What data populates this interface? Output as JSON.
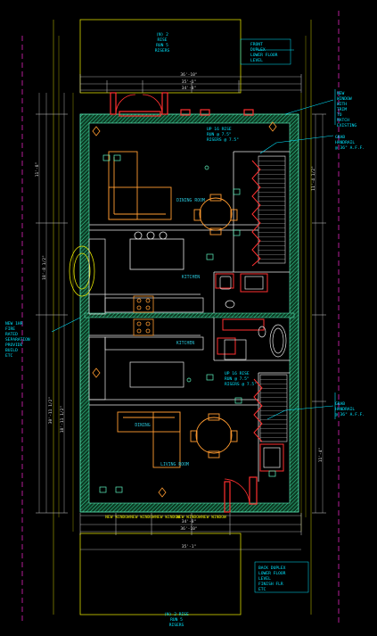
{
  "notes": {
    "top_rise": [
      "(N) 2",
      "RISE",
      "RUN 5",
      "RISERS"
    ],
    "front_duplex": [
      "FRONT",
      "DUPLEX",
      "LOWER FLOOR",
      "LEVEL"
    ],
    "new_window": [
      "NEW",
      "WINDOW",
      "WITH",
      "TRIM",
      "TO",
      "MATCH",
      "EXISTING"
    ],
    "handrail_top": [
      "GRAB",
      "HANDRAIL",
      "@ 36\" A.F.F."
    ],
    "up_rise_top": [
      "UP 16 RISE",
      "RUN @ 7.5\"",
      "RISERS @ 7.5\""
    ],
    "sep_wall": [
      "NEW 1HR",
      "FIRE",
      "RATED",
      "SEPARATION",
      "PROVIDE",
      "BUILD",
      "ETC"
    ],
    "up_rise_bottom": [
      "UP 16 RISE",
      "RUN @ 7.5\"",
      "RISERS @ 7.5\""
    ],
    "handrail_bottom": [
      "GRAB",
      "HANDRAIL",
      "@ 36\" A.F.F."
    ],
    "back_duplex": [
      "BACK DUPLEX",
      "LOWER FLOOR",
      "LEVEL",
      "FINISH FLR",
      "ETC"
    ],
    "bottom_rise": [
      "(N) 2 RISE",
      "RUN 5",
      "RISERS"
    ]
  },
  "rooms": {
    "front_dining": "DINING ROOM",
    "front_kitchen": "KITCHEN",
    "rear_kitchen": "KITCHEN",
    "rear_living": "LIVING ROOM",
    "rear_dining": "DINING"
  },
  "dimensions": {
    "top_row1": "36'-10\"",
    "top_row2": "35'-1\"",
    "top_row3": "34'-8\"",
    "left_top": "11'-8\"",
    "left_mid": "18'-8 1/2\"",
    "left_total": "30'-11 1/2\"",
    "left_lower": "18'-11 1/2\"",
    "right_upper": "11'-4 1/2\"",
    "right_lower": "11'-4\"",
    "bottom_row": "34'-8\"",
    "bottom_row2": "36'-10\"",
    "bottom_row3": "35'-1\"",
    "window_labels": [
      "NEW WINDOW",
      "NEW WINDOW",
      "NEW WINDOW",
      "NEW WINDOW",
      "NEW WINDOW"
    ]
  }
}
